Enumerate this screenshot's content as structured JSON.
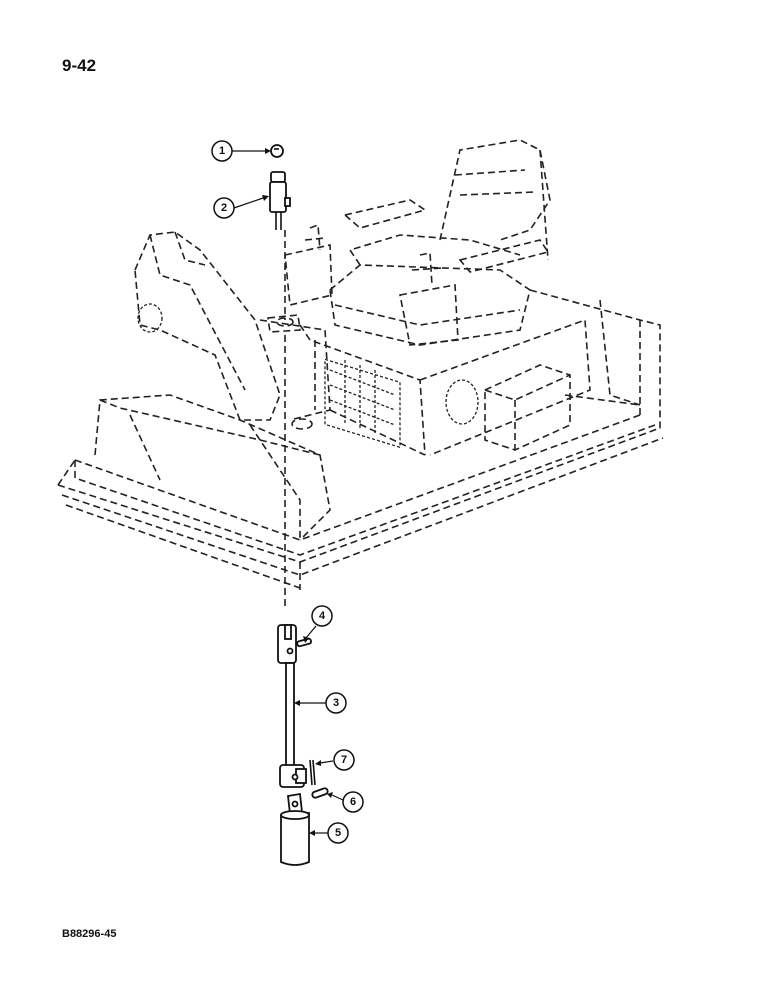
{
  "page_number": "9-42",
  "figure_code": "B88296-45",
  "callouts": [
    {
      "id": "callout-1",
      "label": "1"
    },
    {
      "id": "callout-2",
      "label": "2"
    },
    {
      "id": "callout-3",
      "label": "3"
    },
    {
      "id": "callout-4",
      "label": "4"
    },
    {
      "id": "callout-5",
      "label": "5"
    },
    {
      "id": "callout-6",
      "label": "6"
    },
    {
      "id": "callout-7",
      "label": "7"
    }
  ]
}
